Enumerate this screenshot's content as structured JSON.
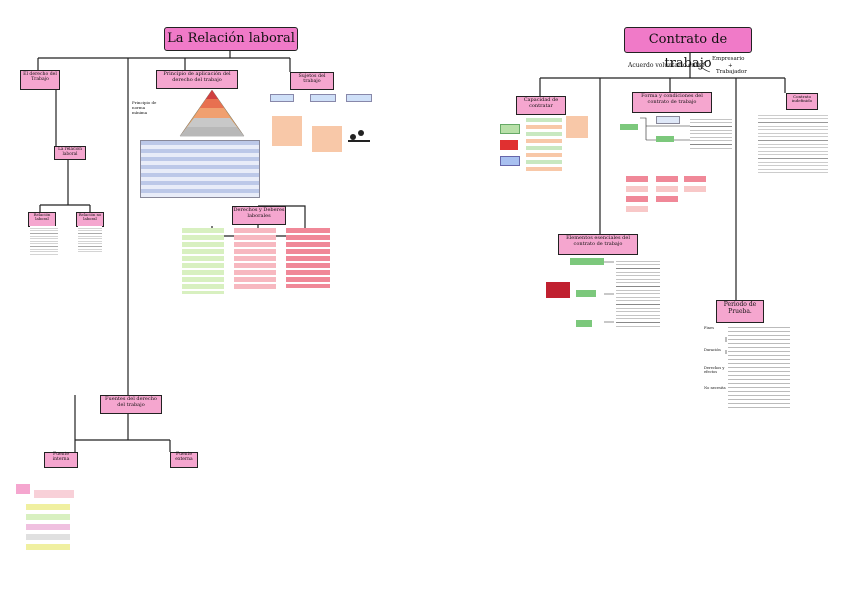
{
  "left": {
    "title": "La Relación laboral",
    "nodes": {
      "derecho_trabajo": "El derecho del Trabajo",
      "principio": "Principio de aplicación del derecho del trabajo",
      "relacion_laboral": "La relación laboral",
      "sujetos": "Sujetos del trabajo",
      "derechos_deberes": "Derechos y Deberes laborales",
      "fuentes": "Fuentes del derecho del trabajo",
      "fuente_interna": "Fuente interna",
      "fuente_externa": "Fuente externa",
      "principio_norma": "Principio de norma mínima",
      "relacion_laboral_box": "Relación laboral",
      "relacion_no_laboral": "Relación no laboral"
    }
  },
  "right": {
    "title": "Contrato de trabajo",
    "subtitle": "Acuerdo voluntario entre",
    "parties": [
      "Empresario",
      "+",
      "Trabajador"
    ],
    "nodes": {
      "capacidad": "Capacidad de contratar",
      "forma": "Forma y condiciones del contrato de trabajo",
      "contrato_indefinido": "Contrato indefinido",
      "elementos": "Elementos esenciales del contrato de trabajo",
      "periodo": "Periodo de Prueba."
    },
    "periodo_labels": [
      "Fines",
      "Duración",
      "Derechos y efectos",
      "No necesita"
    ]
  },
  "colors": {
    "pink": "#f07ac8",
    "node_pink": "#f5a6cf",
    "line": "#222222"
  }
}
